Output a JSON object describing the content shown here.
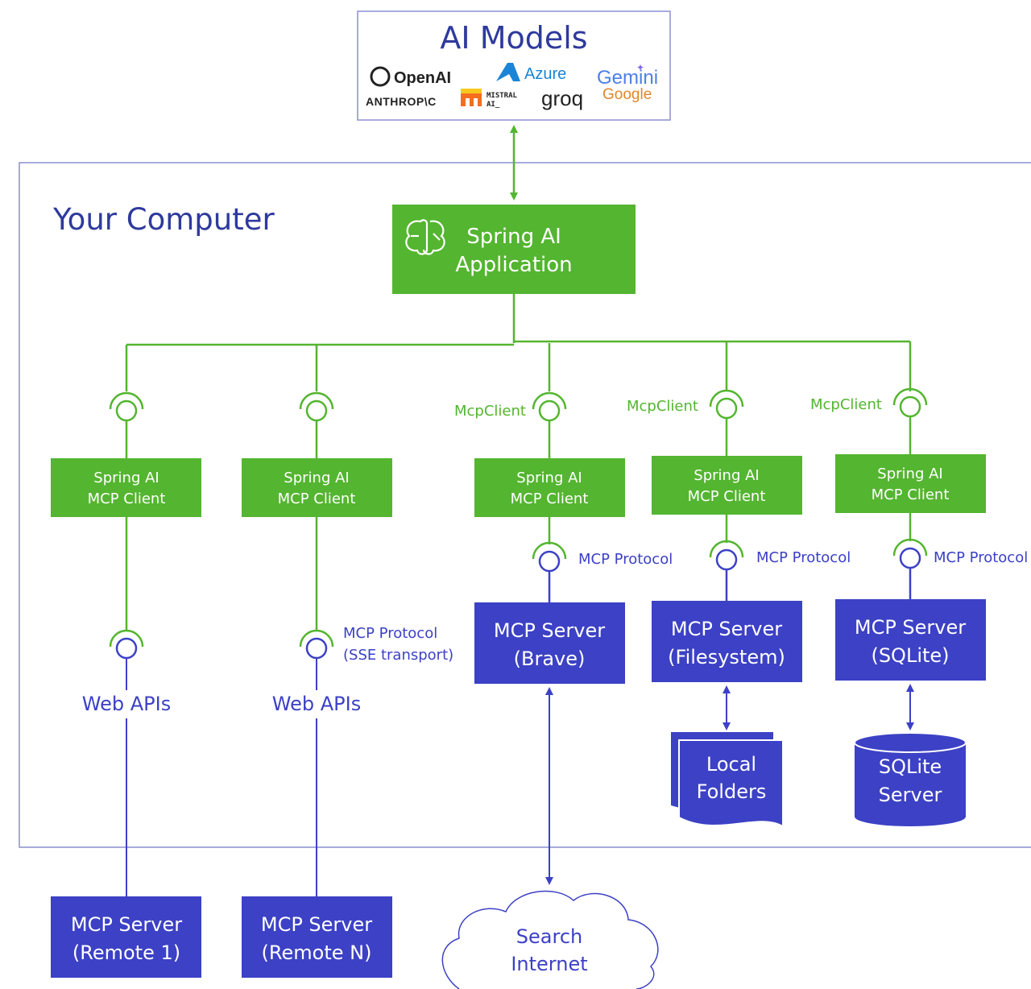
{
  "ai_models": {
    "title": "AI Models",
    "logos": {
      "openai": "OpenAI",
      "azure": "Azure",
      "gemini": "Gemini",
      "google": "Google",
      "anthropic": "ANTHROP\\C",
      "mistral_line1": "MISTRAL",
      "mistral_line2": "AI_",
      "groq": "groq"
    }
  },
  "computer": {
    "title": "Your Computer"
  },
  "app": {
    "line1": "Spring AI",
    "line2": "Application"
  },
  "client_box": {
    "line1": "Spring AI",
    "line2": "MCP Client"
  },
  "labels": {
    "mcp_client": "McpClient",
    "mcp_protocol": "MCP Protocol",
    "mcp_protocol_sse_line1": "MCP Protocol",
    "mcp_protocol_sse_line2": "(SSE transport)",
    "web_apis": "Web APIs"
  },
  "servers": {
    "brave": {
      "line1": "MCP Server",
      "line2": "(Brave)"
    },
    "filesystem": {
      "line1": "MCP Server",
      "line2": "(Filesystem)"
    },
    "sqlite": {
      "line1": "MCP Server",
      "line2": "(SQLite)"
    },
    "remote1": {
      "line1": "MCP Server",
      "line2": "(Remote 1)"
    },
    "remoteN": {
      "line1": "MCP Server",
      "line2": "(Remote N)"
    }
  },
  "resources": {
    "local_folders": {
      "line1": "Local",
      "line2": "Folders"
    },
    "sqlite_server": {
      "line1": "SQLite",
      "line2": "Server"
    },
    "internet": {
      "line1": "Search",
      "line2": "Internet"
    }
  },
  "colors": {
    "green": "#54b530",
    "blue": "#3c41c5",
    "title_blue": "#2e3a9c",
    "border": "#8b8fd0"
  }
}
